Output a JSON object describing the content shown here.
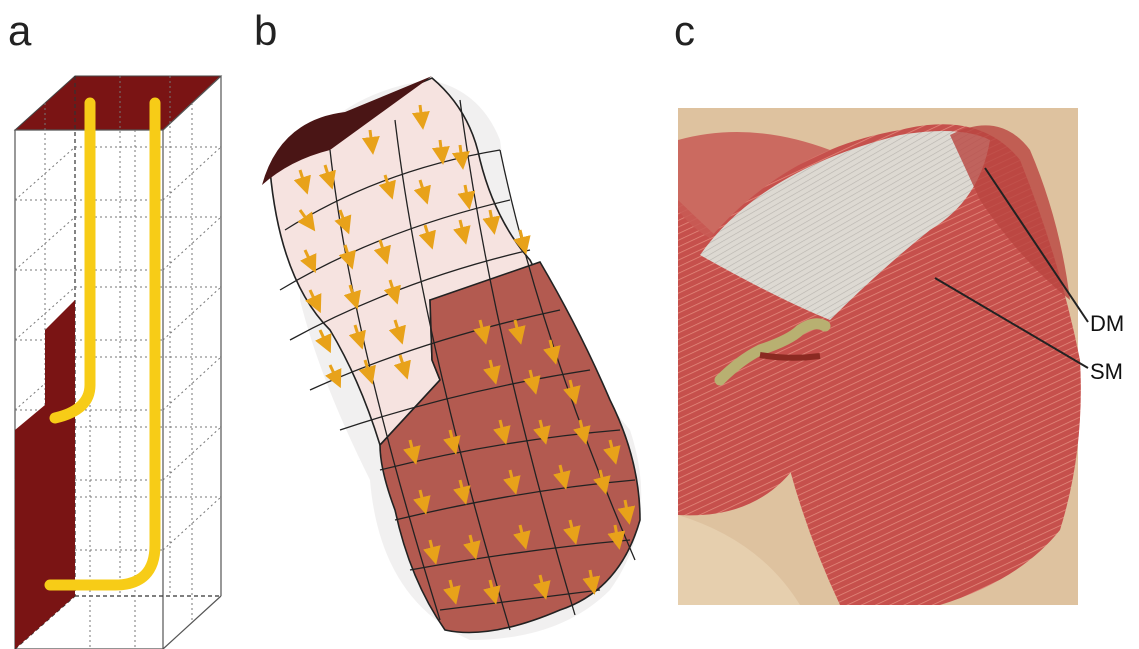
{
  "panels": [
    {
      "letter": "a"
    },
    {
      "letter": "b"
    },
    {
      "letter": "c",
      "callouts": [
        {
          "label": "DM"
        },
        {
          "label": "SM"
        }
      ]
    }
  ],
  "colors": {
    "surface_dark_red": "#7a1414",
    "surface_red": "#b35a50",
    "surface_pink": "#f6e3e0",
    "fiber_yellow": "#f7cc17",
    "arrow_orange": "#e8a21a",
    "muscle_red": "#c6504c",
    "tendon_white": "#ddd9d2",
    "bone_beige": "#e2c9a8"
  }
}
